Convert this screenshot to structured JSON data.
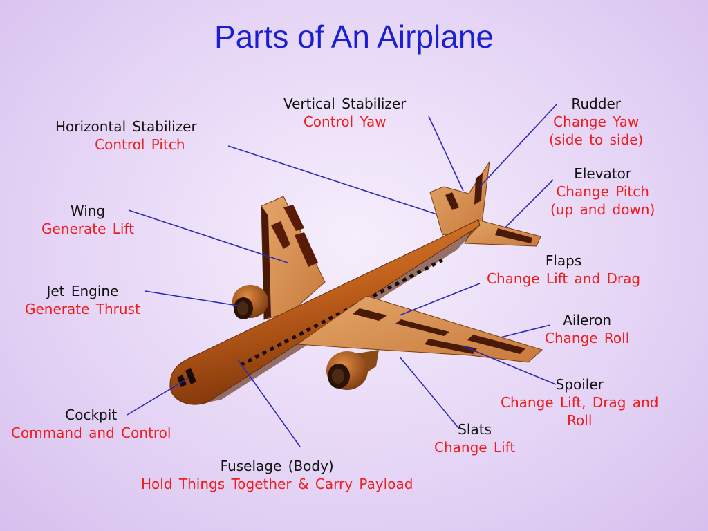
{
  "title": "Parts of An Airplane",
  "colors": {
    "title": "#1b1fd2",
    "name": "#111111",
    "function": "#ee1c1c",
    "leader": "#2a2ab8",
    "airplane": "#c8641e"
  },
  "parts": {
    "horizontal_stabilizer": {
      "name": "Horizontal  Stabilizer",
      "function": "Control  Pitch"
    },
    "vertical_stabilizer": {
      "name": "Vertical  Stabilizer",
      "function": "Control  Yaw"
    },
    "rudder": {
      "name": "Rudder",
      "function": "Change  Yaw",
      "function2": "(side to side)"
    },
    "elevator": {
      "name": "Elevator",
      "function": "Change  Pitch",
      "function2": "(up  and  down)"
    },
    "wing": {
      "name": "Wing",
      "function": "Generate  Lift"
    },
    "jet_engine": {
      "name": "Jet  Engine",
      "function": "Generate  Thrust"
    },
    "flaps": {
      "name": "Flaps",
      "function": "Change  Lift  and  Drag"
    },
    "aileron": {
      "name": "Aileron",
      "function": "Change  Roll"
    },
    "spoiler": {
      "name": "Spoiler",
      "function": "Change  Lift,  Drag  and",
      "function2": "Roll"
    },
    "slats": {
      "name": "Slats",
      "function": "Change  Lift"
    },
    "cockpit": {
      "name": "Cockpit",
      "function": "Command  and  Control"
    },
    "fuselage": {
      "name": "Fuselage  (Body)",
      "function": "Hold  Things Together  &  Carry  Payload"
    }
  }
}
